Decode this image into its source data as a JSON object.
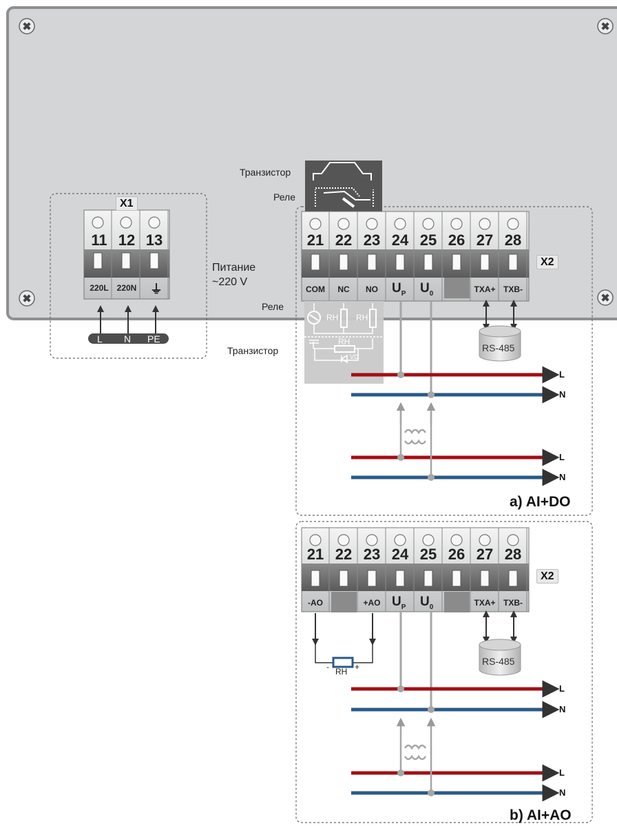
{
  "x1": {
    "title": "X1",
    "terminals": [
      "11",
      "12",
      "13"
    ],
    "labels": [
      "220L",
      "220N"
    ],
    "wires": [
      "L",
      "N",
      "PE"
    ],
    "power_label_1": "Питание",
    "power_label_2": "~220 V"
  },
  "x2_a": {
    "title": "X2",
    "terminals": [
      "21",
      "22",
      "23",
      "24",
      "25",
      "26",
      "27",
      "28"
    ],
    "labels": [
      "COM",
      "NC",
      "NO",
      "U",
      "U",
      "",
      "TXA+",
      "TXB-"
    ],
    "subscripts": [
      "P",
      "0"
    ],
    "bus": "RS-485",
    "transistor_label": "Транзистор",
    "relay_label": "Реле",
    "relay_label_lower": "Реле",
    "transistor_label_lower": "Транзистор",
    "load_symbol": "RH",
    "diode_symbol": "VD",
    "caption": "a) AI+DO"
  },
  "x2_b": {
    "title": "X2",
    "terminals": [
      "21",
      "22",
      "23",
      "24",
      "25",
      "26",
      "27",
      "28"
    ],
    "labels": [
      "-AO",
      "",
      "+AO",
      "U",
      "U",
      "",
      "TXA+",
      "TXB-"
    ],
    "subscripts": [
      "P",
      "0"
    ],
    "bus": "RS-485",
    "load_symbol": "RH",
    "load_minus": "-",
    "load_plus": "+",
    "caption": "b) AI+AO"
  },
  "lines": [
    "L",
    "N",
    "L",
    "N"
  ],
  "colors": {
    "panel": "#d3d5d6",
    "line_L": "#a30e13",
    "line_N": "#2a5a86",
    "wire": "#a6a6a6",
    "terminal_dark": "#4a4a4a"
  }
}
